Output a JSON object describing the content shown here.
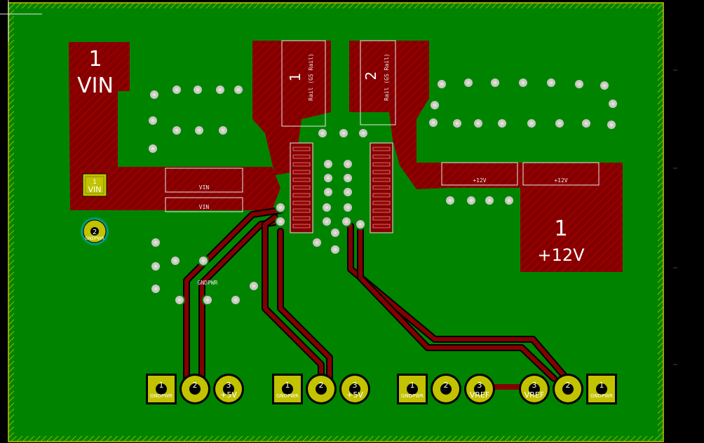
{
  "colors": {
    "background": "#000000",
    "copper_pour": "#008400",
    "copper_pad": "#840000",
    "via": "#c8c8c8",
    "through_hole": "#c2c200",
    "edge_cuts": "#c2c200",
    "silkscreen": "#e8e8e8"
  },
  "pads": {
    "vin_big_number": "1",
    "vin_big_name": "VIN",
    "vin_small_number": "1",
    "vin_small_name": "VIN",
    "vin_gnd_number": "2",
    "vin_gnd_name": "GNDPWR",
    "q1_number": "1",
    "q1_name": "Rail (GS Rail)",
    "q2_number": "2",
    "q2_name": "Rail (GS Rail)",
    "r_vin_top": "VIN",
    "r_vin_bottom": "VIN",
    "r_12v_left": "+12V",
    "r_12v_right": "+12V",
    "out_number": "1",
    "out_name": "+12V"
  },
  "connectors": [
    {
      "id": "j1",
      "pins": [
        {
          "num": "1",
          "name": "GNDPWR"
        },
        {
          "num": "2",
          "name": ""
        },
        {
          "num": "3",
          "name": "+5V"
        }
      ]
    },
    {
      "id": "j2",
      "pins": [
        {
          "num": "1",
          "name": "GNDPWR"
        },
        {
          "num": "2",
          "name": ""
        },
        {
          "num": "3",
          "name": "+5V"
        }
      ]
    },
    {
      "id": "j3",
      "pins": [
        {
          "num": "1",
          "name": "GNDPWR"
        },
        {
          "num": "2",
          "name": ""
        },
        {
          "num": "3",
          "name": "VREF"
        }
      ]
    },
    {
      "id": "j4",
      "pins": [
        {
          "num": "3",
          "name": "VREF"
        },
        {
          "num": "2",
          "name": ""
        },
        {
          "num": "1",
          "name": "GNDPWR"
        }
      ]
    }
  ],
  "inner_labels": {
    "gnd_mid": "GNDPWR"
  }
}
